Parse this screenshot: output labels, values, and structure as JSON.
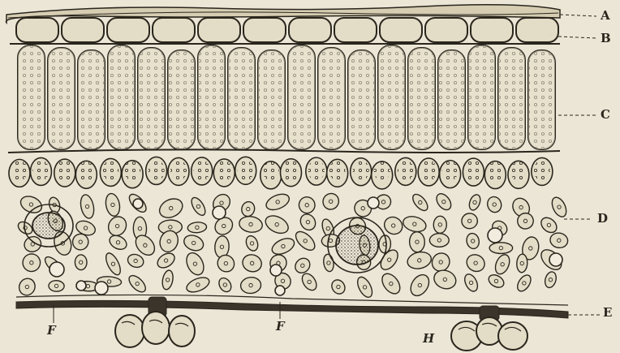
{
  "colors": {
    "paper": "#ebe6d6",
    "ink": "#2a261d",
    "cell": "#e3dcc6",
    "dark": "#3a342a"
  },
  "labels": {
    "A": "A",
    "B": "B",
    "C": "C",
    "D": "D",
    "E": "E",
    "F1": "F",
    "F2": "F",
    "H": "H"
  }
}
